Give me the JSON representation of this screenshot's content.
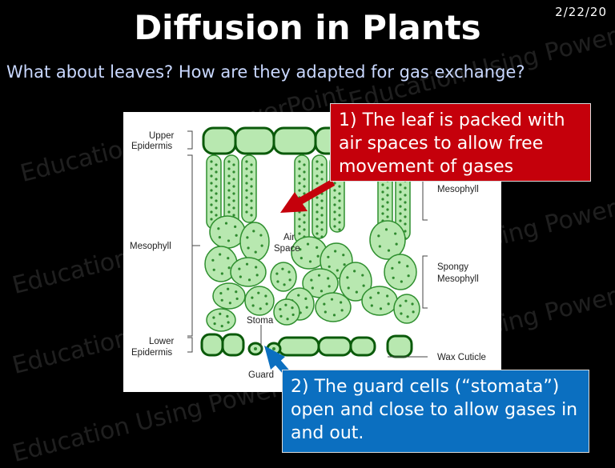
{
  "date": "2/22/20",
  "title": "Diffusion in Plants",
  "subtitle": "What about leaves?  How are they adapted for gas exchange?",
  "watermark": "Education Using PowerPoint",
  "diagram": {
    "labels": {
      "upper_epidermis_1": "Upper",
      "upper_epidermis_2": "Epidermis",
      "mesophyll": "Mesophyll",
      "palisade_mesophyll": "Mesophyll",
      "spongy_1": "Spongy",
      "spongy_2": "Mesophyll",
      "air_space_1": "Air",
      "air_space_2": "Space",
      "stoma": "Stoma",
      "lower_epidermis_1": "Lower",
      "lower_epidermis_2": "Epidermis",
      "wax_cuticle": "Wax Cuticle",
      "guard": "Guard"
    },
    "colors": {
      "cell_fill": "#b8e8b0",
      "cell_stroke": "#2f8f2f",
      "epidermis_stroke": "#0a5a0a",
      "dot": "#2f8a2f"
    }
  },
  "callouts": [
    {
      "text": "1) The leaf is packed with air spaces to allow free movement of gases",
      "color": "#c5000b"
    },
    {
      "text": "2) The guard cells (“stomata”) open and close to allow gases in and out.",
      "color": "#0b6fc0"
    }
  ]
}
